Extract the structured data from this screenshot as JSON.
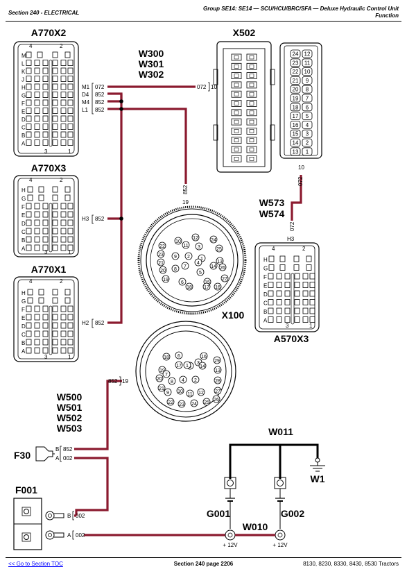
{
  "header": {
    "section": "Section 240 - ELECTRICAL",
    "group_line1": "Group SE14: SE14 — SCU/HCU/BRC/SFA — Deluxe Hydraulic Control Unit",
    "group_line2": "Function"
  },
  "footer": {
    "toc_link": "<< Go to Section TOC",
    "page": "Section 240 page 2206",
    "models": "8130, 8230, 8330, 8430, 8530 Tractors"
  },
  "connectors": {
    "a770x2": {
      "title": "A770X2",
      "top_nums": [
        "4",
        "2"
      ],
      "bottom_nums": [
        "3",
        "1"
      ],
      "rows": [
        "M",
        "L",
        "K",
        "J",
        "H",
        "G",
        "F",
        "E",
        "D",
        "C",
        "B",
        "A"
      ],
      "pins": [
        {
          "pin": "M1",
          "wire": "072"
        },
        {
          "pin": "D4",
          "wire": "852"
        },
        {
          "pin": "M4",
          "wire": "852"
        },
        {
          "pin": "L1",
          "wire": "852"
        }
      ]
    },
    "a770x3": {
      "title": "A770X3",
      "top_nums": [
        "4",
        "2"
      ],
      "bottom_nums": [
        "3",
        "1"
      ],
      "rows": [
        "H",
        "G",
        "F",
        "E",
        "D",
        "C",
        "B",
        "A"
      ],
      "pin": "H3",
      "wire": "852"
    },
    "a770x1": {
      "title": "A770X1",
      "top_nums": [
        "4",
        "2"
      ],
      "bottom_nums": [
        "3",
        "1"
      ],
      "rows": [
        "H",
        "G",
        "F",
        "E",
        "D",
        "C",
        "B",
        "A"
      ],
      "pin": "H2",
      "wire": "852"
    },
    "x502": {
      "title": "X502",
      "pin_numbers": [
        "24",
        "12",
        "23",
        "11",
        "22",
        "10",
        "21",
        "9",
        "20",
        "8",
        "19",
        "7",
        "18",
        "6",
        "17",
        "5",
        "16",
        "4",
        "15",
        "3",
        "14",
        "2",
        "13",
        "1"
      ],
      "wire_label": "072",
      "wire_pin": "10",
      "bottom_pin": "10"
    },
    "x100": {
      "title": "X100",
      "top_wire": "852",
      "top_pin": "19",
      "front_pins": [
        "22",
        "10",
        "23",
        "12",
        "24",
        "11",
        "3",
        "25",
        "21",
        "9",
        "2",
        "1",
        "4",
        "13",
        "26",
        "20",
        "8",
        "7",
        "5",
        "14",
        "27",
        "19",
        "6",
        "15",
        "18",
        "17",
        "16"
      ],
      "rear_pins": [
        "18",
        "6",
        "17",
        "5",
        "16",
        "19",
        "7",
        "3",
        "1",
        "14",
        "29",
        "20",
        "8",
        "4",
        "2",
        "13",
        "28",
        "21",
        "9",
        "10",
        "11",
        "12",
        "27",
        "22",
        "23",
        "24",
        "25",
        "26"
      ],
      "side_wire": "852",
      "side_pin": "19"
    },
    "a570x3": {
      "title": "A570X3",
      "top_nums": [
        "4",
        "2"
      ],
      "bottom_nums": [
        "3",
        "1"
      ],
      "rows": [
        "H",
        "G",
        "F",
        "E",
        "D",
        "C",
        "B",
        "A"
      ],
      "pin": "H3",
      "wire": "072"
    }
  },
  "wires": {
    "harness_top": [
      "W300",
      "W301",
      "W302"
    ],
    "m1_end": {
      "wire": "072",
      "pin": "10"
    },
    "harness_mid": [
      "W573",
      "W574"
    ],
    "harness_bottom": [
      "W500",
      "W501",
      "W502",
      "W503"
    ],
    "ground": "W011",
    "power": "W010"
  },
  "fuses": {
    "f30": {
      "label": "F30",
      "b_pin": "B",
      "b_wire": "852",
      "a_pin": "A",
      "a_wire": "002"
    },
    "f001": {
      "label": "F001",
      "b_pin": "B",
      "b_wire": "002",
      "a_pin": "A",
      "a_wire": "002"
    }
  },
  "grounds": {
    "w1": "W1",
    "g001": "G001",
    "g002": "G002",
    "plus1": "+ 12V",
    "plus2": "+ 12V"
  },
  "colors": {
    "wire": "#8b1a2f",
    "line": "#000000"
  }
}
